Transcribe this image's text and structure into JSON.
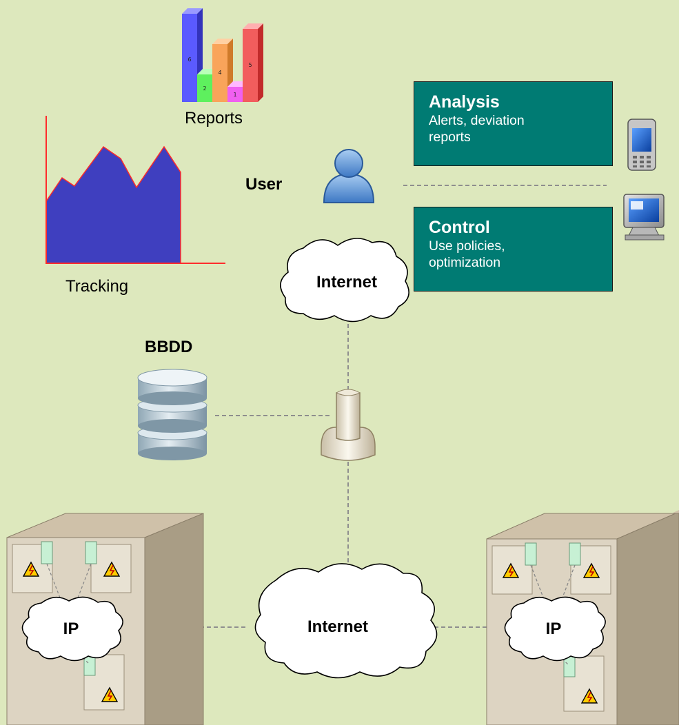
{
  "labels": {
    "reports": "Reports",
    "tracking": "Tracking",
    "user": "User",
    "bbdd": "BBDD"
  },
  "reports_bar_labels": [
    "6",
    "2",
    "4",
    "1",
    "5"
  ],
  "clouds": {
    "internet_top": "Internet",
    "internet_bottom": "Internet",
    "ip_left": "IP",
    "ip_right": "IP"
  },
  "boxes": {
    "analysis": {
      "title": "Analysis",
      "desc": "Alerts, deviation\nreports"
    },
    "control": {
      "title": "Control",
      "desc": "Use policies,\noptimization"
    }
  },
  "colors": {
    "background": "#dde8bd",
    "box_fill": "#007b73",
    "tracking_area": "#3f3fbf",
    "tracking_axis": "#ff2b2b"
  },
  "icons": [
    "reports-bar-chart-icon",
    "tracking-area-chart-icon",
    "user-icon",
    "mobile-phone-icon",
    "computer-monitor-icon",
    "database-icon",
    "gateway-connector-icon",
    "electrical-cabinet-icon",
    "high-voltage-warning-icon"
  ]
}
